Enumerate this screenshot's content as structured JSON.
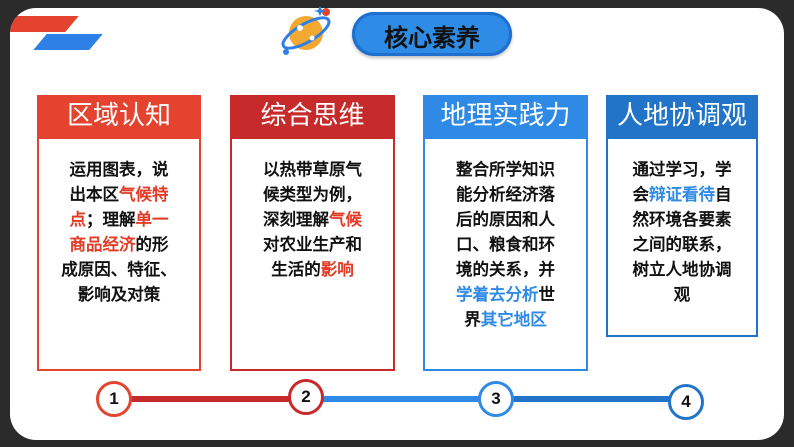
{
  "title": "核心素养",
  "colors": {
    "red": "#e4442f",
    "dark_red": "#c62a2a",
    "blue": "#2f8ae6",
    "dark_blue": "#2274c8"
  },
  "cards": [
    {
      "header": "区域认知",
      "lines": [
        [
          {
            "t": "运用图表，说"
          }
        ],
        [
          {
            "t": "出本区"
          },
          {
            "t": "气候特",
            "h": "red"
          }
        ],
        [
          {
            "t": "点",
            "h": "red"
          },
          {
            "t": "；理解"
          },
          {
            "t": "单一",
            "h": "red"
          }
        ],
        [
          {
            "t": "商品经济",
            "h": "red"
          },
          {
            "t": "的形"
          }
        ],
        [
          {
            "t": "成原因、特征、"
          }
        ],
        [
          {
            "t": "影响及对策"
          }
        ]
      ]
    },
    {
      "header": "综合思维",
      "lines": [
        [
          {
            "t": "以热带草原气"
          }
        ],
        [
          {
            "t": "候类型为例，"
          }
        ],
        [
          {
            "t": "深刻理解"
          },
          {
            "t": "气候",
            "h": "red"
          }
        ],
        [
          {
            "t": "对农业生产和"
          }
        ],
        [
          {
            "t": "生活的"
          },
          {
            "t": "影响",
            "h": "red"
          }
        ]
      ]
    },
    {
      "header": "地理实践力",
      "lines": [
        [
          {
            "t": "整合所学知识"
          }
        ],
        [
          {
            "t": "能分析经济落"
          }
        ],
        [
          {
            "t": "后的原因和人"
          }
        ],
        [
          {
            "t": "口、粮食和环"
          }
        ],
        [
          {
            "t": "境的关系，并"
          }
        ],
        [
          {
            "t": "学着去分析",
            "h": "blue"
          },
          {
            "t": "世"
          }
        ],
        [
          {
            "t": "界"
          },
          {
            "t": "其它地区",
            "h": "blue"
          }
        ]
      ]
    },
    {
      "header": "人地协调观",
      "lines": [
        [
          {
            "t": "通过学习，学"
          }
        ],
        [
          {
            "t": "会"
          },
          {
            "t": "辩证看待",
            "h": "blue"
          },
          {
            "t": "自"
          }
        ],
        [
          {
            "t": "然环境各要素"
          }
        ],
        [
          {
            "t": "之间的联系，"
          }
        ],
        [
          {
            "t": "树立人地协调"
          }
        ],
        [
          {
            "t": "观"
          }
        ]
      ]
    }
  ],
  "steps": [
    "1",
    "2",
    "3",
    "4"
  ]
}
